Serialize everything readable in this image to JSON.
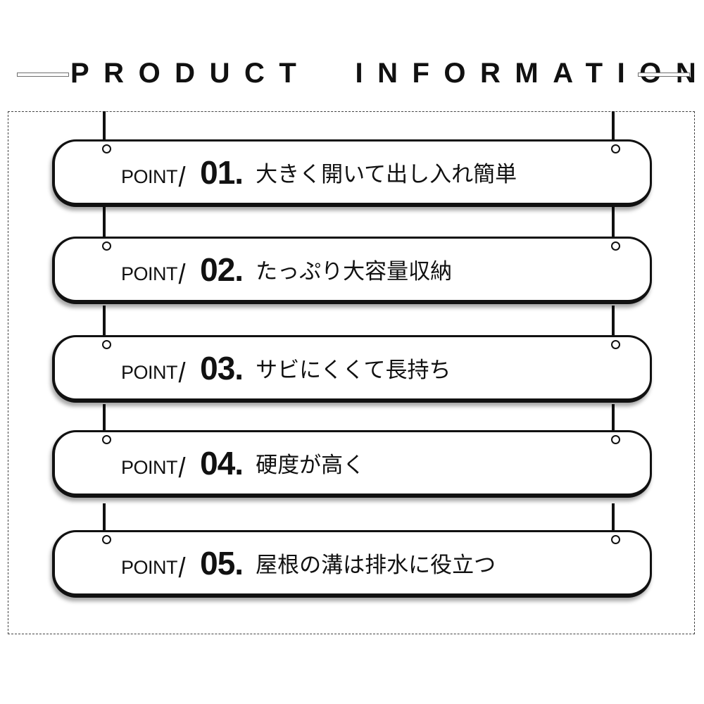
{
  "header": {
    "title": "PRODUCT  INFORMATION"
  },
  "colors": {
    "ink": "#111111",
    "background": "#ffffff",
    "frame_dash": "#444444",
    "header_line": "#6f6f6f"
  },
  "points": [
    {
      "label": "POINT",
      "slash": "/",
      "number": "01.",
      "text": "大きく開いて出し入れ簡単"
    },
    {
      "label": "POINT",
      "slash": "/",
      "number": "02.",
      "text": "たっぷり大容量収納"
    },
    {
      "label": "POINT",
      "slash": "/",
      "number": "03.",
      "text": "サビにくくて長持ち"
    },
    {
      "label": "POINT",
      "slash": "/",
      "number": "04.",
      "text": "硬度が高く"
    },
    {
      "label": "POINT",
      "slash": "/",
      "number": "05.",
      "text": "屋根の溝は排水に役立つ"
    }
  ]
}
